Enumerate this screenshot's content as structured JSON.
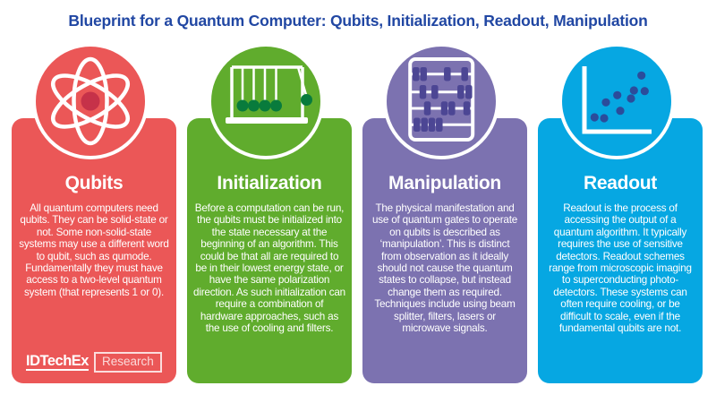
{
  "title": "Blueprint for a Quantum Computer: Qubits, Initialization, Readout, Manipulation",
  "colors": {
    "title": "#2147A3",
    "background": "#FFFFFF"
  },
  "cards": [
    {
      "label": "Qubits",
      "icon": "atom-icon",
      "color": "#EB5757",
      "icon_accent": "#C63249",
      "text": "All quantum computers need qubits. They can be solid-state or not. Some non-solid-state systems may use a different word to qubit, such as qumode. Fundamentally they must have access to a two-level quantum system (that represents 1 or 0)."
    },
    {
      "label": "Initialization",
      "icon": "newtons-cradle-icon",
      "color": "#60AC2D",
      "icon_accent": "#087B3C",
      "text": "Before a computation can be run, the qubits must be initialized into the state necessary at the beginning of an algorithm. This could be that all are required to be in their lowest energy state, or have the same polarization direction. As such initialization can require a combination of hardware approaches, such as the use of cooling and filters."
    },
    {
      "label": "Manipulation",
      "icon": "abacus-icon",
      "color": "#7C72B0",
      "icon_accent": "#4C4694",
      "text": "The physical manifestation and use of quantum gates to operate on qubits is described as ‘manipulation’. This is distinct from observation as it ideally should not cause the quantum states to collapse, but instead change them as required. Techniques include using beam splitter, filters, lasers or microwave signals."
    },
    {
      "label": "Readout",
      "icon": "scatter-plot-icon",
      "color": "#06A7E2",
      "icon_accent": "#2B4C9B",
      "text": "Readout is the process of accessing the output of a quantum algorithm. It typically requires the use of sensitive detectors. Readout schemes range from microscopic imaging to superconducting photo-detectors. These systems can often require cooling, or be difficult to scale, even if the fundamental qubits are not."
    }
  ],
  "logo": {
    "brand": "IDTechEx",
    "sub": "Research"
  }
}
